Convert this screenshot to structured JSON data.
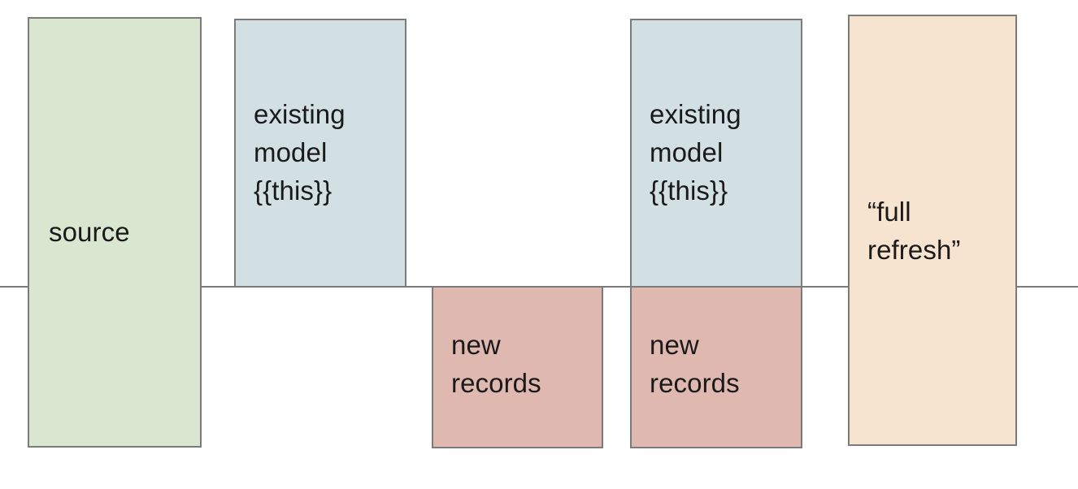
{
  "diagram": {
    "title": "incremental model full refresh diagram",
    "background_color": "#ffffff",
    "baseline": {
      "name": "horizontal-divider-line",
      "color": "#7b7b7b"
    },
    "colors": {
      "source_fill": "#d9e7d0",
      "existing_model_fill": "#d2e0e4",
      "new_records_fill": "#dfb8b0",
      "full_refresh_fill": "#f7e4d0",
      "border": "#7b7b7b",
      "text": "#1a1a1a"
    },
    "boxes": [
      {
        "id": "source",
        "label": "source",
        "fill": "#d9e7d0",
        "position": "straddles-line"
      },
      {
        "id": "existing-model-1",
        "label": "existing\nmodel\n{{this}}",
        "fill": "#d2e0e4",
        "position": "above-line"
      },
      {
        "id": "new-records-1",
        "label": "new\nrecords",
        "fill": "#dfb8b0",
        "position": "below-line"
      },
      {
        "id": "existing-model-2",
        "label": "existing\nmodel\n{{this}}",
        "fill": "#d2e0e4",
        "position": "above-line"
      },
      {
        "id": "new-records-2",
        "label": "new\nrecords",
        "fill": "#dfb8b0",
        "position": "below-line"
      },
      {
        "id": "full-refresh",
        "label": "“full\nrefresh”",
        "fill": "#f7e4d0",
        "position": "straddles-line"
      }
    ]
  }
}
